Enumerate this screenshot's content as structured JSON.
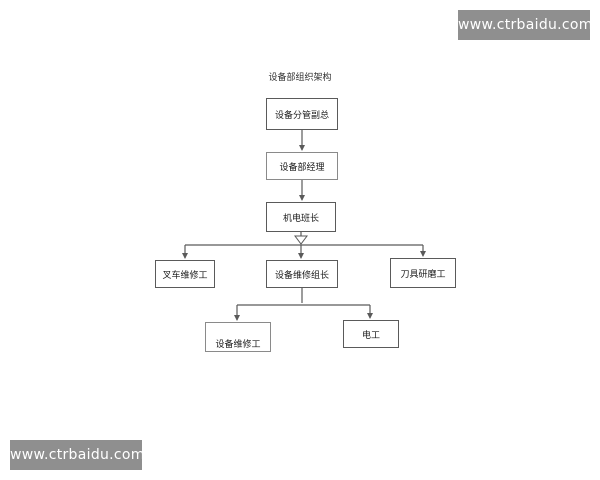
{
  "title": "设备部组织架构",
  "watermark_top": "www.ctrbaidu.com",
  "watermark_bottom": "www.ctrbaidu.com",
  "nodes": {
    "deputy": "设备分管副总",
    "manager": "设备部经理",
    "monitor": "机电班长",
    "forklift": "叉车维修工",
    "leader": "设备维修组长",
    "grinder": "刀具研磨工",
    "repairer": "设备维修工",
    "electrician": "电工"
  },
  "colors": {
    "line": "#5a5a5a",
    "watermark_bg": "#8f8f8f"
  }
}
